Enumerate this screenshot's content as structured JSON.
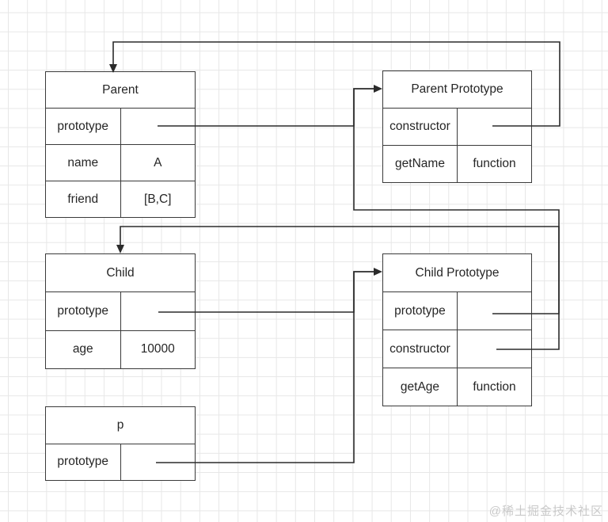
{
  "watermark": "@稀土掘金技术社区",
  "colors": {
    "line": "#2b2b2b",
    "box_border": "#3a3a3a",
    "grid": "#e7e7e7",
    "watermark": "#c9c9c9"
  },
  "boxes": {
    "parent": {
      "title": "Parent",
      "rows": [
        {
          "key": "prototype",
          "value": ""
        },
        {
          "key": "name",
          "value": "A"
        },
        {
          "key": "friend",
          "value": "[B,C]"
        }
      ]
    },
    "parent_prototype": {
      "title": "Parent Prototype",
      "rows": [
        {
          "key": "constructor",
          "value": ""
        },
        {
          "key": "getName",
          "value": "function"
        }
      ]
    },
    "child": {
      "title": "Child",
      "rows": [
        {
          "key": "prototype",
          "value": ""
        },
        {
          "key": "age",
          "value": "10000"
        }
      ]
    },
    "child_prototype": {
      "title": "Child Prototype",
      "rows": [
        {
          "key": "prototype",
          "value": ""
        },
        {
          "key": "constructor",
          "value": ""
        },
        {
          "key": "getAge",
          "value": "function"
        }
      ]
    },
    "p": {
      "title": "p",
      "rows": [
        {
          "key": "prototype",
          "value": ""
        }
      ]
    }
  },
  "connections": [
    {
      "from": "Parent.prototype",
      "to": "Parent Prototype"
    },
    {
      "from": "Parent Prototype.constructor",
      "to": "Parent"
    },
    {
      "from": "Child.prototype",
      "to": "Child Prototype"
    },
    {
      "from": "Child Prototype.prototype",
      "to": "Parent Prototype"
    },
    {
      "from": "Child Prototype.constructor",
      "to": "Child"
    },
    {
      "from": "p.prototype",
      "to": "Child Prototype"
    }
  ]
}
